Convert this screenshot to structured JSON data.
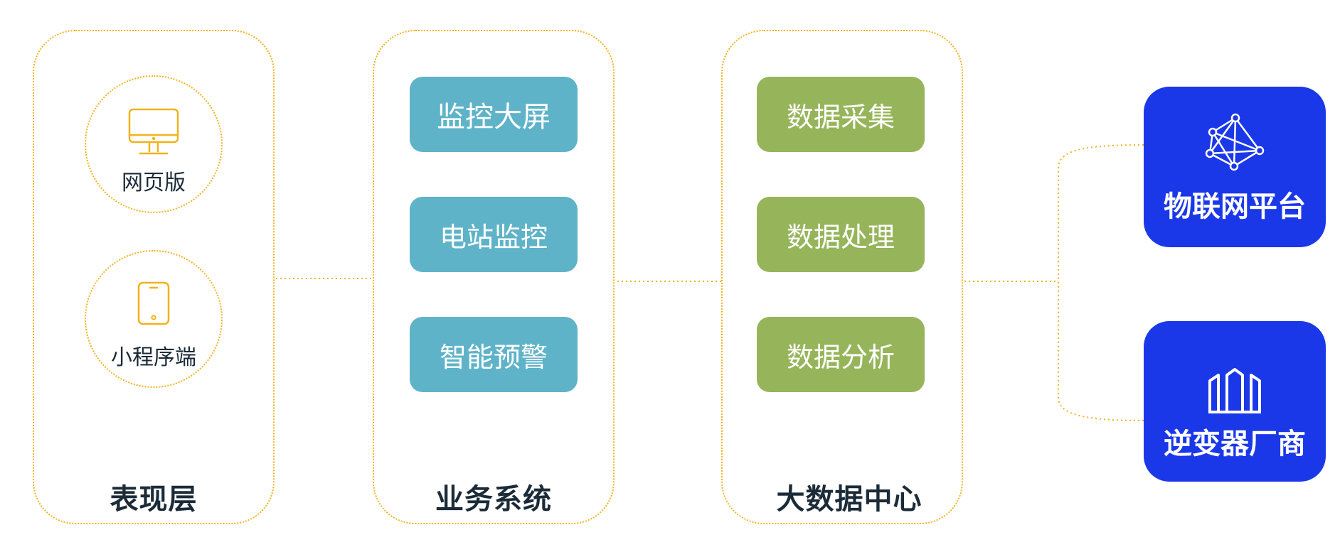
{
  "colors": {
    "accent_dotted": "#f2b21c",
    "teal_box": "#5fb3c8",
    "green_box": "#96b55a",
    "external_box": "#1b38e8",
    "title_text": "#1b2b38"
  },
  "presentation": {
    "title": "表现层",
    "items": [
      {
        "label": "网页版",
        "icon": "monitor-icon"
      },
      {
        "label": "小程序端",
        "icon": "phone-icon"
      }
    ]
  },
  "business": {
    "title": "业务系统",
    "items": [
      "监控大屏",
      "电站监控",
      "智能预警"
    ]
  },
  "bigdata": {
    "title": "大数据中心",
    "items": [
      "数据采集",
      "数据处理",
      "数据分析"
    ]
  },
  "external": {
    "items": [
      {
        "label": "物联网平台",
        "icon": "network-icon"
      },
      {
        "label": "逆变器厂商",
        "icon": "buildings-icon"
      }
    ]
  }
}
